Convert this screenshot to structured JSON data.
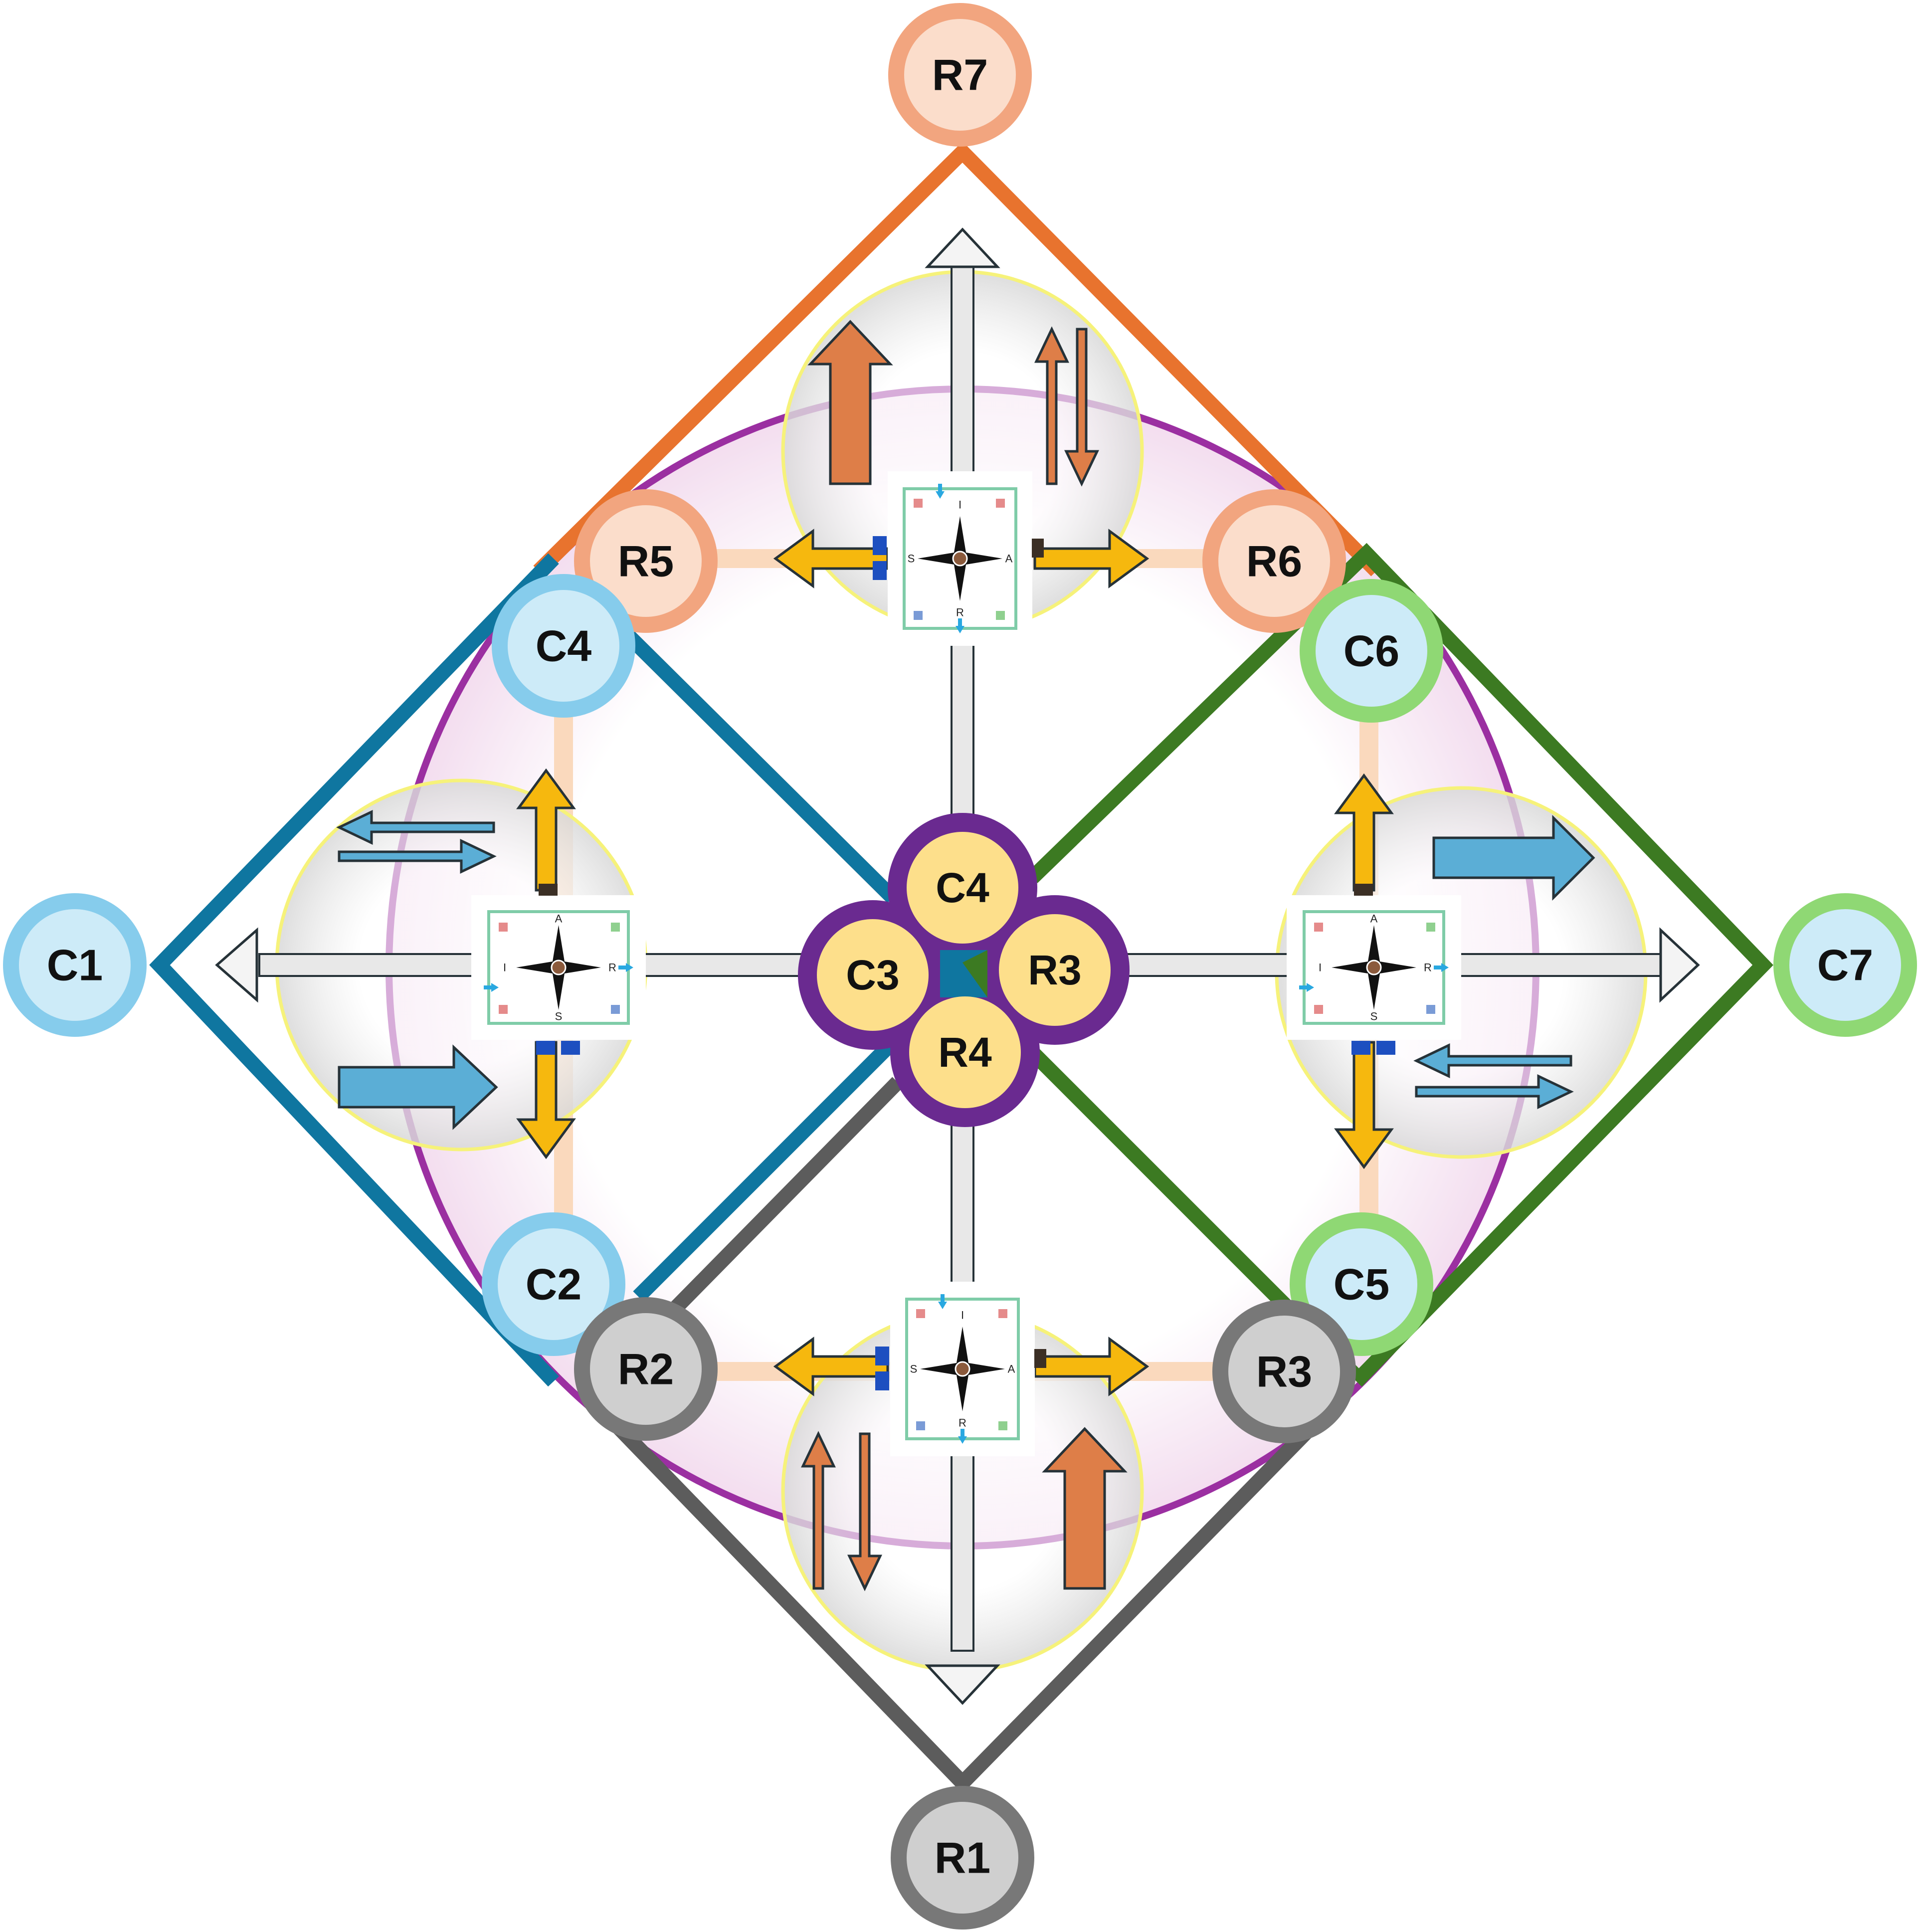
{
  "nodes": {
    "top": "R7",
    "left": "C1",
    "right": "C7",
    "bottom": "R1",
    "upper_left_orange": "R5",
    "upper_right_orange": "R6",
    "upper_left_blue": "C4",
    "left_lower_blue": "C2",
    "upper_right_green": "C6",
    "lower_right_green": "C5",
    "lower_left_grey": "R2",
    "lower_right_grey": "R3"
  },
  "center": {
    "top": "C4",
    "left": "C3",
    "right": "R3",
    "bottom": "R4"
  },
  "panel_letters": {
    "north": "A",
    "west": "I",
    "east": "R",
    "south": "S"
  },
  "colors": {
    "orange": "#E8732E",
    "orange_fill": "#FBDDCB",
    "orange_ring": "#F2A57F",
    "blue": "#0F76A0",
    "blue_fill": "#CDEBF8",
    "blue_ring": "#86CCEC",
    "green": "#3C7A22",
    "green_ring": "#8FD874",
    "grey": "#5C5C5C",
    "grey_fill": "#CFCFCF",
    "grey_ring": "#787878",
    "purple": "#6A2A90",
    "purple_ring": "#9B2FA1",
    "pink_fill": "#F3DDEF",
    "gold": "#F6B80E",
    "center_fill": "#FDDF8B",
    "yellow_ring": "#F6F27A",
    "arrow_blue": "#5BAED6",
    "arrow_orange": "#DE7E48"
  }
}
